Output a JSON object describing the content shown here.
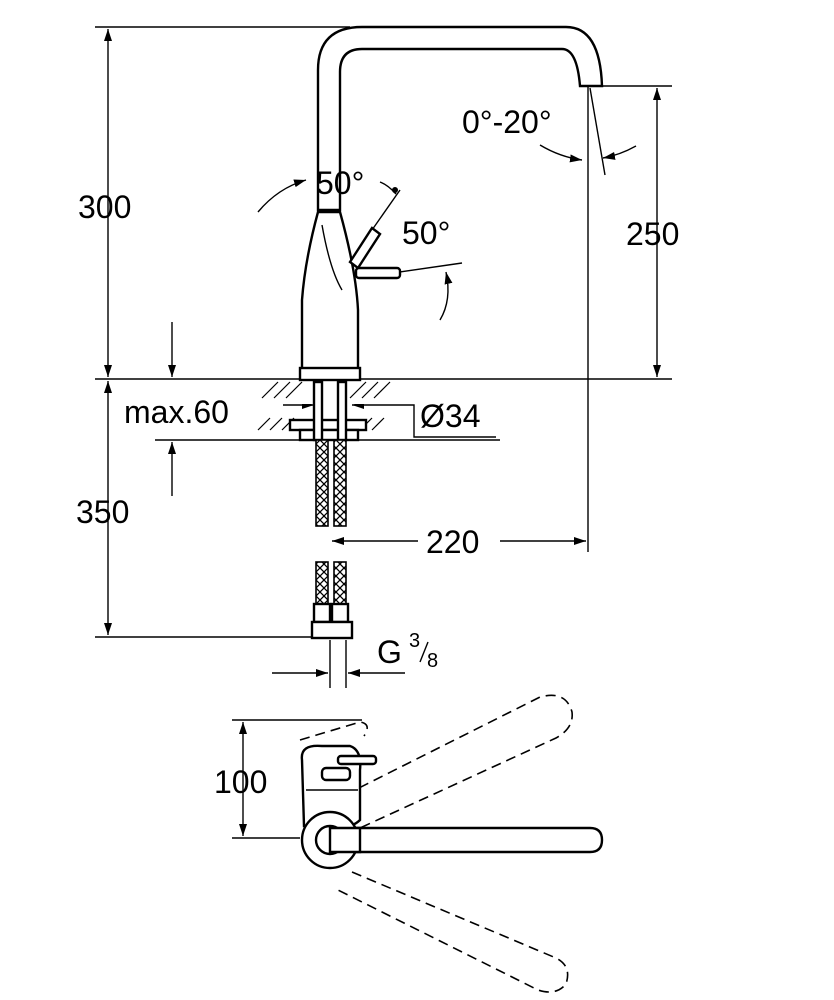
{
  "dimensions": {
    "height_total_upper": "300",
    "spout_swivel_angle": "0°-20°",
    "lever_angle_up": "50°",
    "lever_angle_side": "50°",
    "spout_height": "250",
    "max_deck_thickness": "max.60",
    "hole_diameter": "Ø34",
    "hose_length": "350",
    "spout_reach": "220",
    "connection_thread_prefix": "G",
    "connection_thread_numerator": "3",
    "connection_thread_denominator": "8",
    "top_view_depth": "100"
  },
  "colors": {
    "line": "#000000",
    "background": "#ffffff"
  }
}
